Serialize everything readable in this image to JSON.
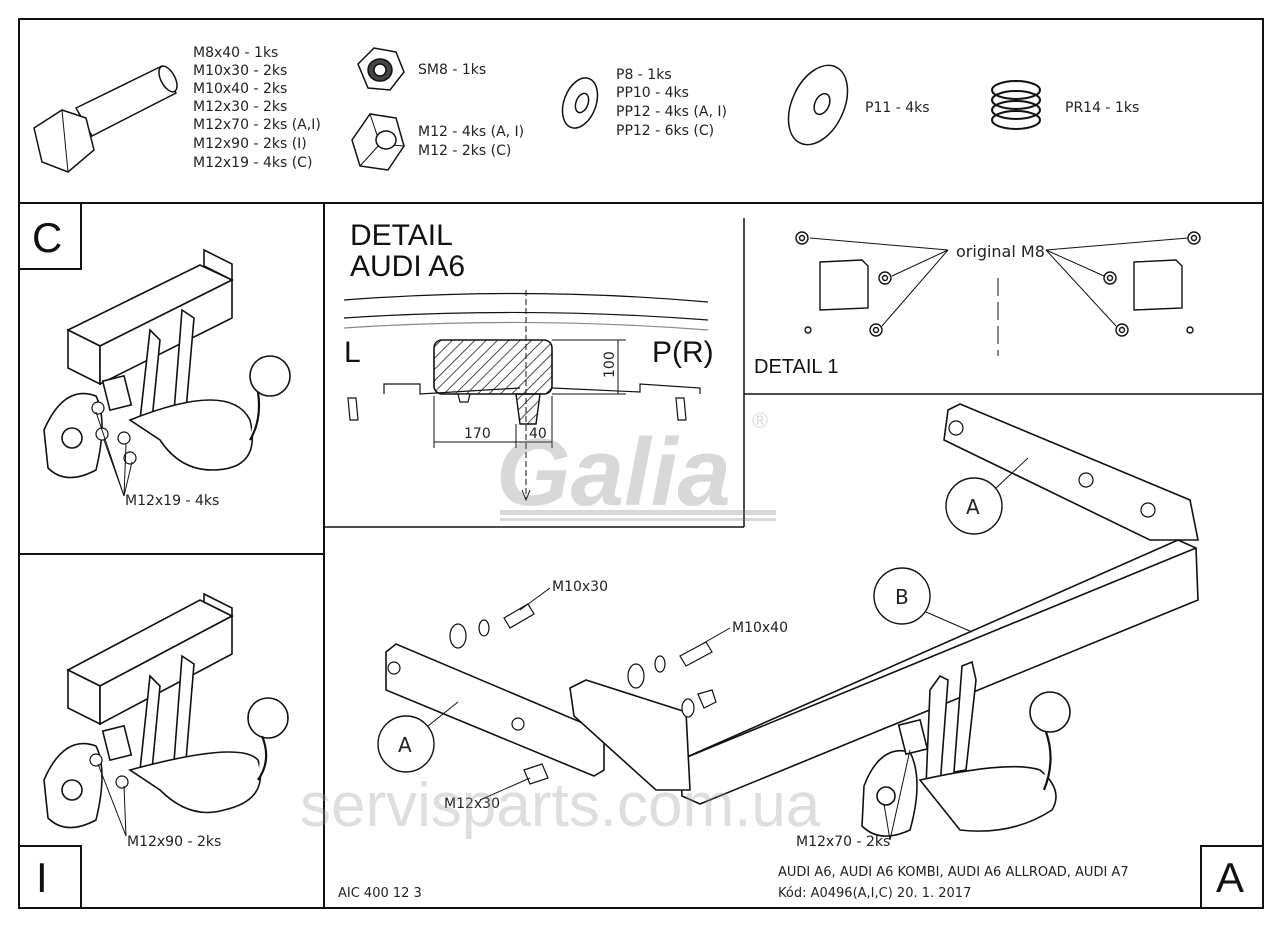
{
  "parts": {
    "bolts": [
      "M8x40 - 1ks",
      "M10x30 - 2ks",
      "M10x40 - 2ks",
      "M12x30 - 2ks",
      "M12x70 - 2ks (A,I)",
      "M12x90 - 2ks (I)",
      "M12x19 - 4ks (C)"
    ],
    "nut_sm8": "SM8 - 1ks",
    "nuts_m12": [
      "M12 - 4ks (A, I)",
      "M12 - 2ks (C)"
    ],
    "washers": [
      "P8 - 1ks",
      "PP10 - 4ks",
      "PP12 - 4ks (A, I)",
      "PP12 - 6ks (C)"
    ],
    "washer_p11": "P11 - 4ks",
    "spring": "PR14 - 1ks"
  },
  "panel_c": {
    "letter": "C",
    "bolt_label": "M12x19 - 4ks"
  },
  "panel_i": {
    "letter": "I",
    "bolt_label": "M12x90 - 2ks"
  },
  "detail_a6": {
    "title_1": "DETAIL",
    "title_2": "AUDI A6",
    "left": "L",
    "right": "P(R)",
    "dim_height": "100",
    "dim_left": "170",
    "dim_right": "40"
  },
  "detail_1": {
    "label": "DETAIL 1",
    "callout": "original M8"
  },
  "main": {
    "letter": "A",
    "callout_a1": "A",
    "callout_a2": "A",
    "callout_b": "B",
    "m10x30": "M10x30",
    "m10x40": "M10x40",
    "m12x30": "M12x30",
    "m12x70": "M12x70 - 2ks",
    "models": "AUDI A6, AUDI A6 KOMBI, AUDI A6 ALLROAD, AUDI A7",
    "code": "Kód: A0496(A,I,C)  20. 1. 2017",
    "aic": "AIC 400 12 3"
  },
  "watermark": {
    "brand": "Galia",
    "reg": "®",
    "site": "servisparts.com.ua"
  }
}
